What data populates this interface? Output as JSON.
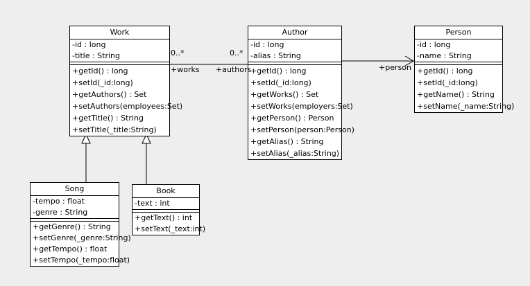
{
  "diagram": {
    "type": "uml-class-diagram",
    "background_color": "#eeeeee",
    "box_fill_color": "#ffffff",
    "line_color": "#000000"
  },
  "classes": [
    {
      "name": "Work",
      "attributes": [
        "-id : long",
        "-title : String"
      ],
      "methods": [
        "+getId() : long",
        "+setId(_id:long)",
        "+getAuthors() : Set",
        "+setAuthors(employees:Set)",
        "+getTitle() : String",
        "+setTitle(_title:String)"
      ]
    },
    {
      "name": "Author",
      "attributes": [
        "-id : long",
        "-alias : String"
      ],
      "methods": [
        "+getId() : long",
        "+setId(_id:long)",
        "+getWorks() : Set",
        "+setWorks(employers:Set)",
        "+getPerson() : Person",
        "+setPerson(person:Person)",
        "+getAlias() : String",
        "+setAlias(_alias:String)"
      ]
    },
    {
      "name": "Person",
      "attributes": [
        "-id : long",
        "-name : String"
      ],
      "methods": [
        "+getId() : long",
        "+setId(_id:long)",
        "+getName() : String",
        "+setName(_name:String)"
      ]
    },
    {
      "name": "Song",
      "attributes": [
        "-tempo : float",
        "-genre : String"
      ],
      "methods": [
        "+getGenre() : String",
        "+setGenre(_genre:String)",
        "+getTempo() : float",
        "+setTempo(_tempo:float)"
      ]
    },
    {
      "name": "Book",
      "attributes": [
        "-text : int"
      ],
      "methods": [
        "+getText() : int",
        "+setText(_text:int)"
      ]
    }
  ],
  "associations": {
    "work_author": {
      "multiplicity_work_end": "0..*",
      "multiplicity_author_end": "0..*",
      "role_work_end": "+works",
      "role_author_end": "+authors"
    },
    "author_person": {
      "role_person_end": "+person"
    }
  },
  "generalizations": [
    {
      "from": "Song",
      "to": "Work"
    },
    {
      "from": "Book",
      "to": "Work"
    }
  ]
}
